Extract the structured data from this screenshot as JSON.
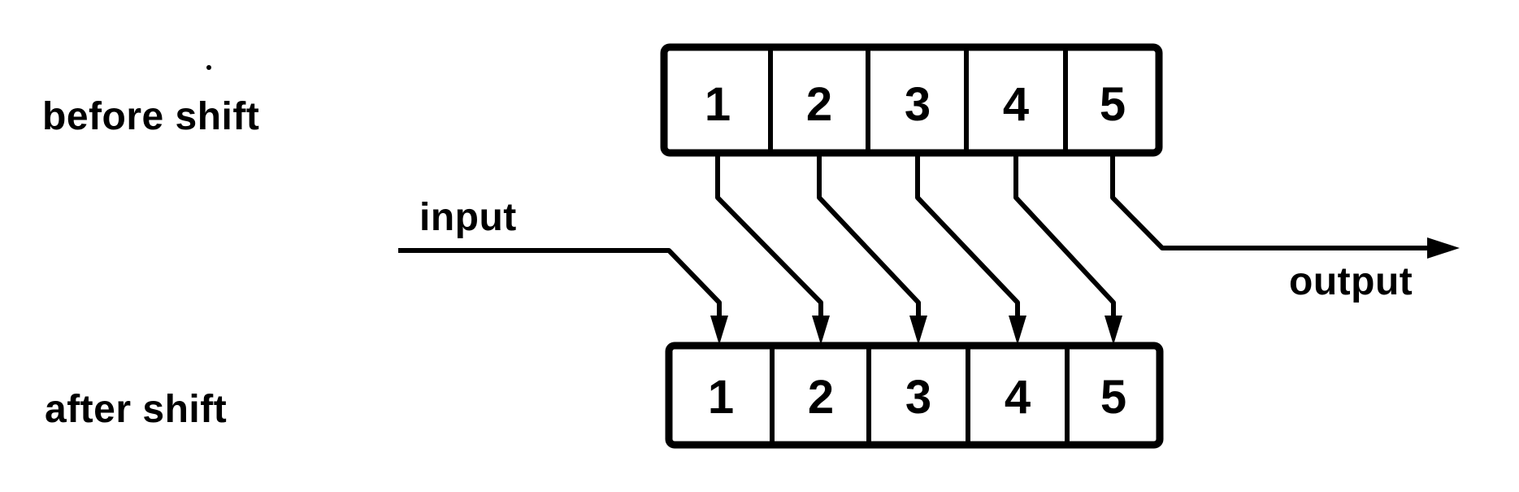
{
  "colors": {
    "ink": "#000000",
    "background": "#ffffff"
  },
  "labels": {
    "before_register": "before shift",
    "after_register": "after shift",
    "input": "input",
    "output": "output"
  },
  "registers": {
    "before": {
      "label": "before shift",
      "cells": [
        "1",
        "2",
        "3",
        "4",
        "5"
      ]
    },
    "after": {
      "label": "after shift",
      "cells": [
        "1",
        "2",
        "3",
        "4",
        "5"
      ]
    }
  }
}
